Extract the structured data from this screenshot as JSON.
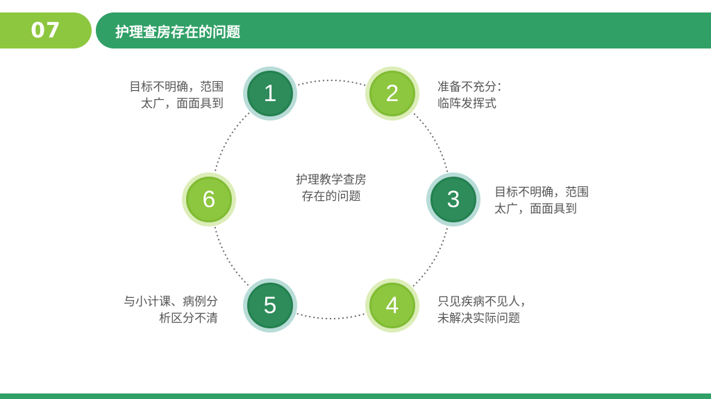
{
  "header": {
    "section_number": "07",
    "title": "护理查房存在的问题"
  },
  "center": {
    "line1": "护理教学查房",
    "line2": "存在的问题"
  },
  "nodes": [
    {
      "number": "1",
      "line1": "目标不明确，范围",
      "line2": "太广，面面具到"
    },
    {
      "number": "2",
      "line1": "准备不充分：",
      "line2": "临阵发挥式"
    },
    {
      "number": "3",
      "line1": "目标不明确，范围",
      "line2": "太广，面面具到"
    },
    {
      "number": "4",
      "line1": "只见疾病不见人，",
      "line2": "未解决实际问题"
    },
    {
      "number": "5",
      "line1": "与小计课、病例分",
      "line2": "析区分不清"
    },
    {
      "number": "6",
      "line1": "",
      "line2": ""
    }
  ],
  "colors": {
    "dark_green": "#2e8b5a",
    "light_green": "#8dc63f",
    "title_bar": "#30a066"
  }
}
